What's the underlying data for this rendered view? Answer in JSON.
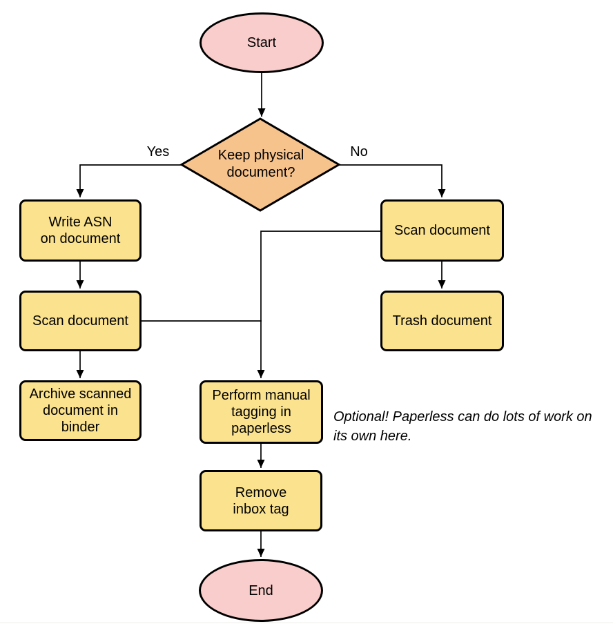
{
  "colors": {
    "terminal_fill": "#f9cdcb",
    "decision_fill": "#f7c38d",
    "process_fill": "#fbe28e",
    "stroke": "#000000",
    "page_edge": "#ededeb"
  },
  "nodes": {
    "start": {
      "type": "terminal",
      "label": "Start"
    },
    "decision": {
      "type": "decision",
      "label": "Keep physical\ndocument?"
    },
    "write_asn": {
      "type": "process",
      "label": "Write ASN\non document"
    },
    "scan_left": {
      "type": "process",
      "label": "Scan document"
    },
    "archive": {
      "type": "process",
      "label": "Archive scanned\ndocument in\nbinder"
    },
    "scan_right": {
      "type": "process",
      "label": "Scan document"
    },
    "trash": {
      "type": "process",
      "label": "Trash document"
    },
    "tagging": {
      "type": "process",
      "label": "Perform manual\ntagging in\npaperless"
    },
    "remove_inbox": {
      "type": "process",
      "label": "Remove\ninbox tag"
    },
    "end": {
      "type": "terminal",
      "label": "End"
    }
  },
  "edge_labels": {
    "yes": "Yes",
    "no": "No"
  },
  "annotation": {
    "text": "Optional! Paperless can do lots of work on\nits own here."
  }
}
